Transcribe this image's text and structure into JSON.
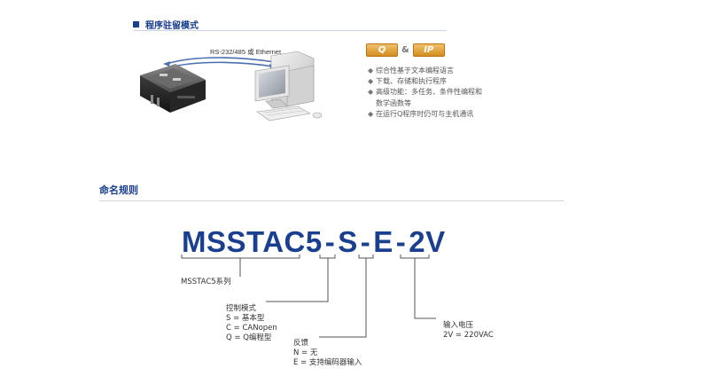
{
  "section1": {
    "title": "程序驻留模式",
    "interface_label": "RS-232/485 或 Ethernet",
    "badges": [
      "Q",
      "IP"
    ],
    "badge_amp": "&",
    "bullet_char": "◆",
    "features": [
      {
        "text": "综合性基于文本编程语言",
        "bullet": true
      },
      {
        "text": "下载、存储和执行程序",
        "bullet": true
      },
      {
        "text": "高级功能：多任务、条件性编程和",
        "bullet": true
      },
      {
        "text": "数学函数等",
        "bullet": false
      },
      {
        "text": "在运行Q程序时仍可与主机通讯",
        "bullet": true
      }
    ]
  },
  "section2": {
    "title": "命名规则",
    "model": {
      "series": "MSSTAC5",
      "control": "S",
      "feedback": "E",
      "voltage": "2V",
      "separator": "-"
    },
    "legend": {
      "series": "MSSTAC5系列",
      "control_title": "控制模式",
      "control_options": [
        "S = 基本型",
        "C = CANopen",
        "Q = Q编程型"
      ],
      "feedback_title": "反馈",
      "feedback_options": [
        "N = 无",
        "E = 支持编码器输入"
      ],
      "voltage_title": "输入电压",
      "voltage_options": [
        "2V = 220VAC"
      ]
    }
  },
  "colors": {
    "brand_blue": "#1a3f8f",
    "badge_orange": "#e0a13a"
  }
}
